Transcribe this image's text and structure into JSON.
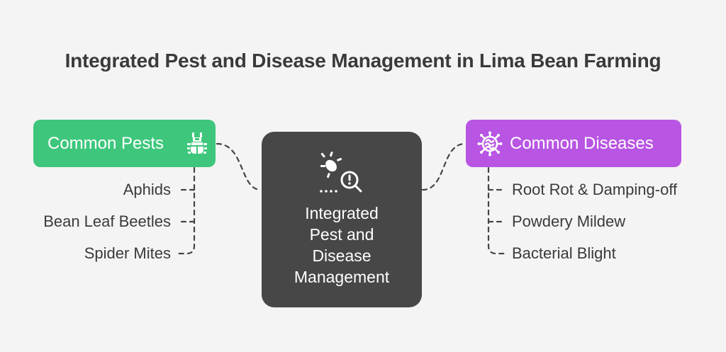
{
  "title": "Integrated Pest and Disease Management in Lima Bean Farming",
  "pests": {
    "label": "Common Pests",
    "icon": "bug-icon",
    "color": "#3ec77c",
    "items": [
      "Aphids",
      "Bean Leaf Beetles",
      "Spider Mites"
    ]
  },
  "center": {
    "lines": [
      "Integrated",
      "Pest and",
      "Disease",
      "Management"
    ],
    "icon": "pest-inspection-icon",
    "color": "#474747"
  },
  "diseases": {
    "label": "Common Diseases",
    "icon": "virus-icon",
    "color": "#b855e3",
    "items": [
      "Root Rot & Damping-off",
      "Powdery Mildew",
      "Bacterial Blight"
    ]
  }
}
